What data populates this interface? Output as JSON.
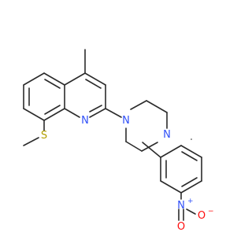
{
  "molecule": {
    "atoms": {
      "S": {
        "symbol": "S",
        "color": "#b3a000"
      },
      "N1": {
        "symbol": "N",
        "color": "#3050f8"
      },
      "N2": {
        "symbol": "N",
        "color": "#3050f8"
      },
      "N3": {
        "symbol": "N",
        "color": "#3050f8"
      },
      "N4": {
        "symbol": "N",
        "color": "#3050f8"
      },
      "O1": {
        "symbol": "O",
        "color": "#ff0d0d"
      },
      "O2": {
        "symbol": "O",
        "color": "#ff0d0d"
      }
    },
    "charges": {
      "N4": "+",
      "O2": "−"
    },
    "bond_color": "#2b2b2b"
  }
}
